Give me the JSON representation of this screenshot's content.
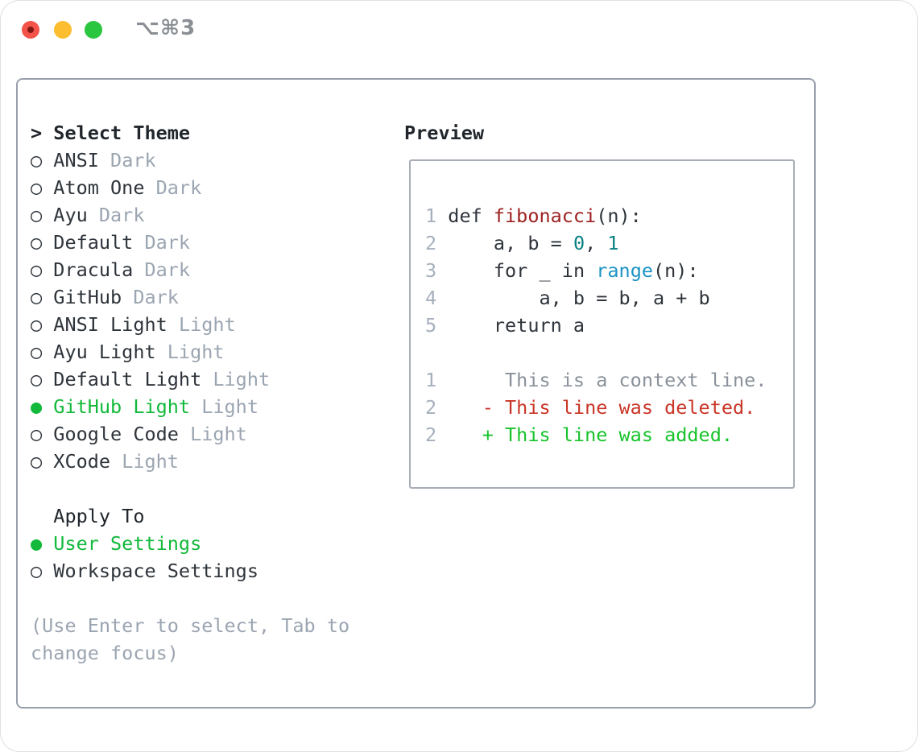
{
  "window": {
    "title": "⌥⌘3"
  },
  "theme_picker": {
    "header_marker": ">",
    "header": "Select Theme",
    "items": [
      {
        "name": "ANSI",
        "variant": "Dark",
        "selected": false
      },
      {
        "name": "Atom One",
        "variant": "Dark",
        "selected": false
      },
      {
        "name": "Ayu",
        "variant": "Dark",
        "selected": false
      },
      {
        "name": "Default",
        "variant": "Dark",
        "selected": false
      },
      {
        "name": "Dracula",
        "variant": "Dark",
        "selected": false
      },
      {
        "name": "GitHub",
        "variant": "Dark",
        "selected": false
      },
      {
        "name": "ANSI Light",
        "variant": "Light",
        "selected": false
      },
      {
        "name": "Ayu Light",
        "variant": "Light",
        "selected": false
      },
      {
        "name": "Default Light",
        "variant": "Light",
        "selected": false
      },
      {
        "name": "GitHub Light",
        "variant": "Light",
        "selected": true
      },
      {
        "name": "Google Code",
        "variant": "Light",
        "selected": false
      },
      {
        "name": "XCode",
        "variant": "Light",
        "selected": false
      }
    ],
    "unselected_marker": "○",
    "selected_marker": "●"
  },
  "apply_to": {
    "header": "Apply To",
    "options": [
      {
        "name": "User Settings",
        "selected": true
      },
      {
        "name": "Workspace Settings",
        "selected": false
      }
    ]
  },
  "hint_lines": [
    "(Use Enter to select, Tab to",
    "change focus)"
  ],
  "preview": {
    "header": "Preview",
    "lines": [
      {
        "num": "1",
        "kind": "code",
        "segments": [
          [
            "def ",
            "keyword"
          ],
          [
            "fibonacci",
            "title"
          ],
          [
            "(n):",
            "plain"
          ]
        ]
      },
      {
        "num": "2",
        "kind": "code",
        "segments": [
          [
            "    a, b = ",
            "plain"
          ],
          [
            "0",
            "number"
          ],
          [
            ", ",
            "plain"
          ],
          [
            "1",
            "number"
          ]
        ]
      },
      {
        "num": "3",
        "kind": "code",
        "segments": [
          [
            "    ",
            "plain"
          ],
          [
            "for",
            "keyword"
          ],
          [
            " _ ",
            "plain"
          ],
          [
            "in",
            "keyword"
          ],
          [
            " ",
            "plain"
          ],
          [
            "range",
            "builtin"
          ],
          [
            "(n):",
            "plain"
          ]
        ]
      },
      {
        "num": "4",
        "kind": "code",
        "segments": [
          [
            "        a, b = b, a + b",
            "plain"
          ]
        ]
      },
      {
        "num": "5",
        "kind": "code",
        "segments": [
          [
            "    ",
            "plain"
          ],
          [
            "return",
            "keyword"
          ],
          [
            " a",
            "plain"
          ]
        ]
      },
      {
        "num": "",
        "kind": "blank",
        "segments": []
      },
      {
        "num": "1",
        "kind": "diff-context",
        "segments": [
          [
            "     This is a context line.",
            "context"
          ]
        ]
      },
      {
        "num": "2",
        "kind": "diff-deleted",
        "segments": [
          [
            "   - This line was deleted.",
            "deleted"
          ]
        ]
      },
      {
        "num": "2",
        "kind": "diff-added",
        "segments": [
          [
            "   + This line was added.",
            "added"
          ]
        ]
      }
    ]
  },
  "colors": {
    "accent_green": "#12b93a",
    "added_green": "#17c32b",
    "deleted_red": "#c93526",
    "syntax_title_red": "#9d2121",
    "syntax_number_teal": "#0b8081",
    "syntax_builtin_blue": "#1c93c4",
    "text_dark": "#2e343b",
    "header_dark": "#20262c",
    "muted_gray": "#9ba5b1",
    "line_number_gray": "#a6afbc",
    "context_gray": "#8a919a",
    "panel_border": "#97a0ab",
    "preview_border": "#a7aeb7",
    "titlebar_gray": "#8a8f95",
    "light_red": "#f4534a",
    "light_red_dot": "#801712",
    "light_yellow": "#fcbd2f",
    "light_green": "#2ac63f"
  }
}
